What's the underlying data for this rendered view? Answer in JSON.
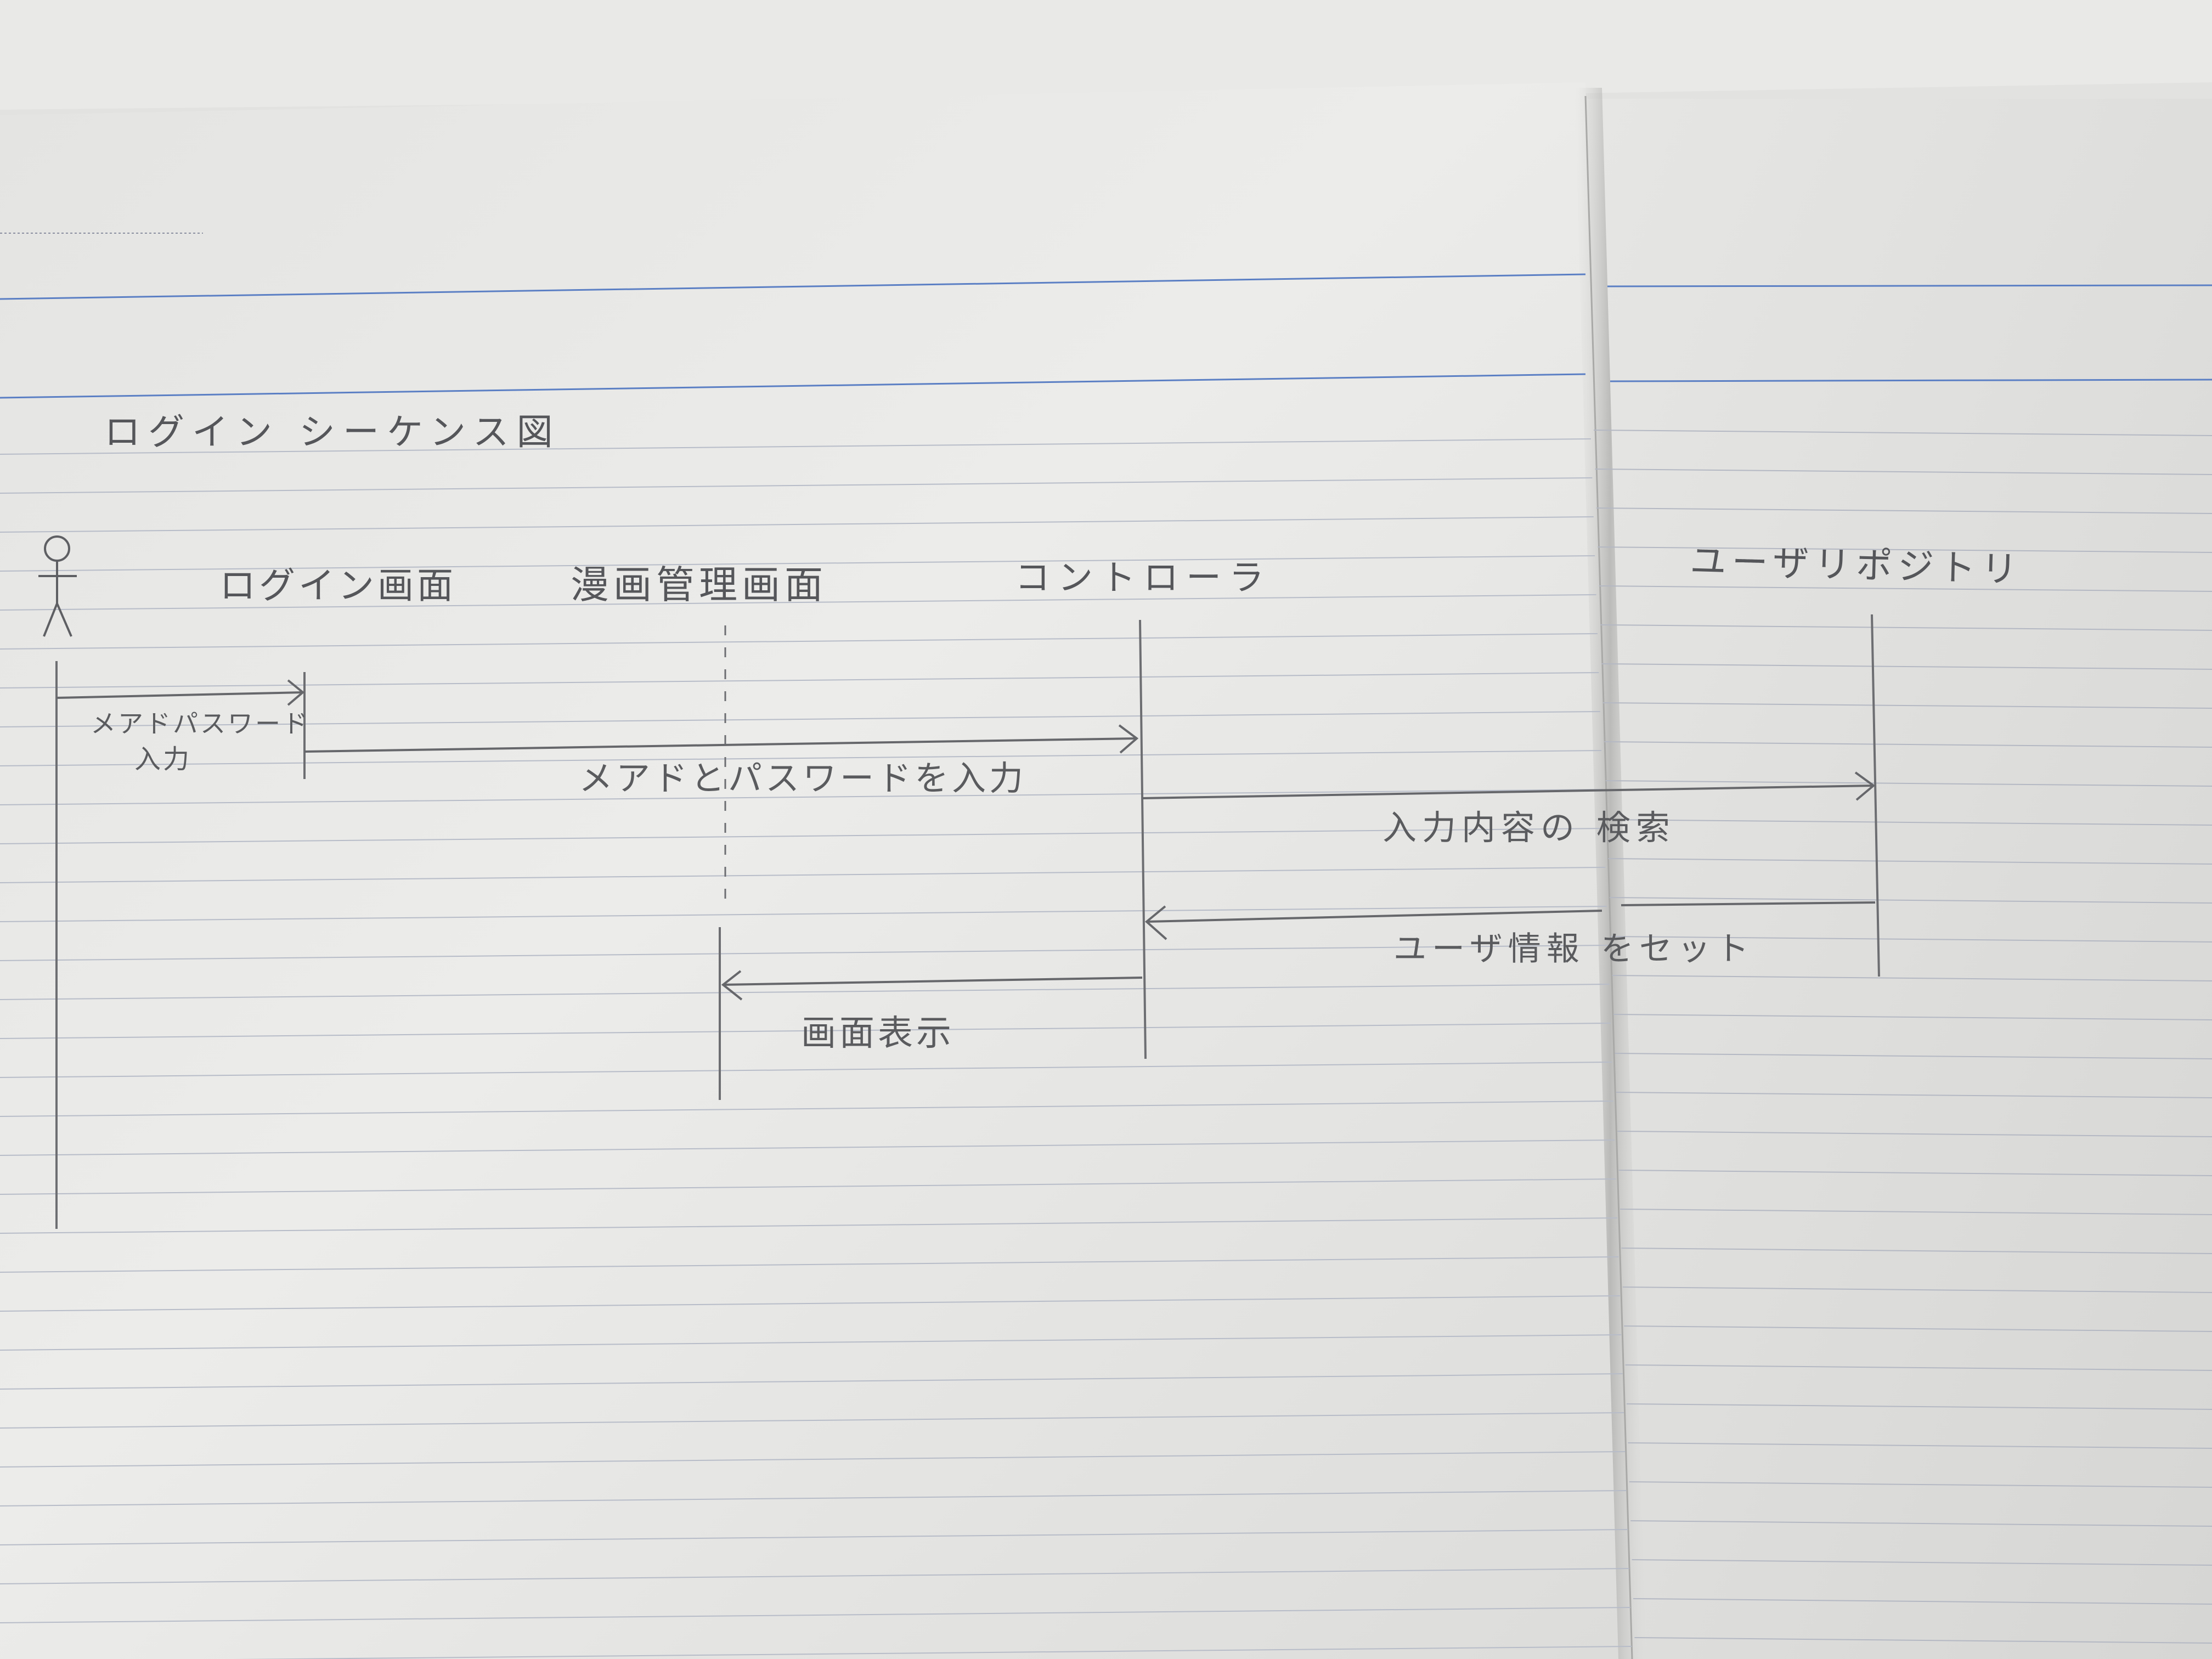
{
  "diagram": {
    "title": "ログイン シーケンス図",
    "participants": [
      {
        "id": "actor",
        "label": ""
      },
      {
        "id": "login_screen",
        "label": "ログイン画面"
      },
      {
        "id": "manga_screen",
        "label": "漫画管理画面"
      },
      {
        "id": "controller",
        "label": "コントローラ"
      },
      {
        "id": "user_repository",
        "label": "ユーザリポジトリ"
      }
    ],
    "messages": [
      {
        "from": "actor",
        "to": "login_screen",
        "label_line1": "メアドパスワード",
        "label_line2": "入力",
        "kind": "call"
      },
      {
        "from": "login_screen",
        "to": "controller",
        "label": "メアドとパスワードを入力",
        "kind": "call"
      },
      {
        "from": "controller",
        "to": "user_repository",
        "label": "入力内容の 検索",
        "kind": "call"
      },
      {
        "from": "user_repository",
        "to": "controller",
        "label": "ユーザ情報 をセット",
        "kind": "return"
      },
      {
        "from": "controller",
        "to": "manga_screen",
        "label": "画面表示",
        "kind": "return"
      }
    ]
  }
}
